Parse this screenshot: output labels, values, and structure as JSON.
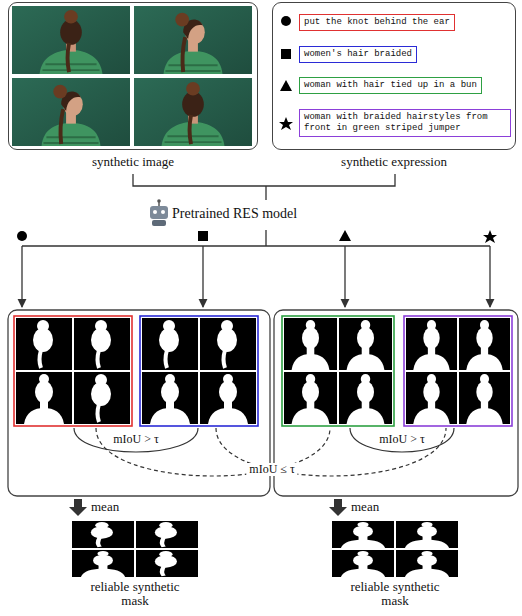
{
  "diagram": {
    "nodes": [
      {
        "text": [
          "synthetic image"
        ]
      },
      {
        "text": [
          "synthetic expression"
        ]
      },
      {
        "text": [
          "put the knot behind the ear"
        ],
        "in": 1
      },
      {
        "text": [
          "women's hair braided"
        ],
        "in": 1
      },
      {
        "text": [
          "woman with hair tied up in a bun"
        ],
        "in": 1
      },
      {
        "text": [
          "woman with braided hairstyles from front in green striped jumper"
        ],
        "in": 1
      }
    ],
    "labels": [
      "Pretrained RES model",
      "mIoU > τ",
      "mIoU ≤ τ",
      "mIoU > τ",
      "mean",
      "mean",
      "reliable synthetic mask",
      "reliable synthetic mask"
    ]
  }
}
